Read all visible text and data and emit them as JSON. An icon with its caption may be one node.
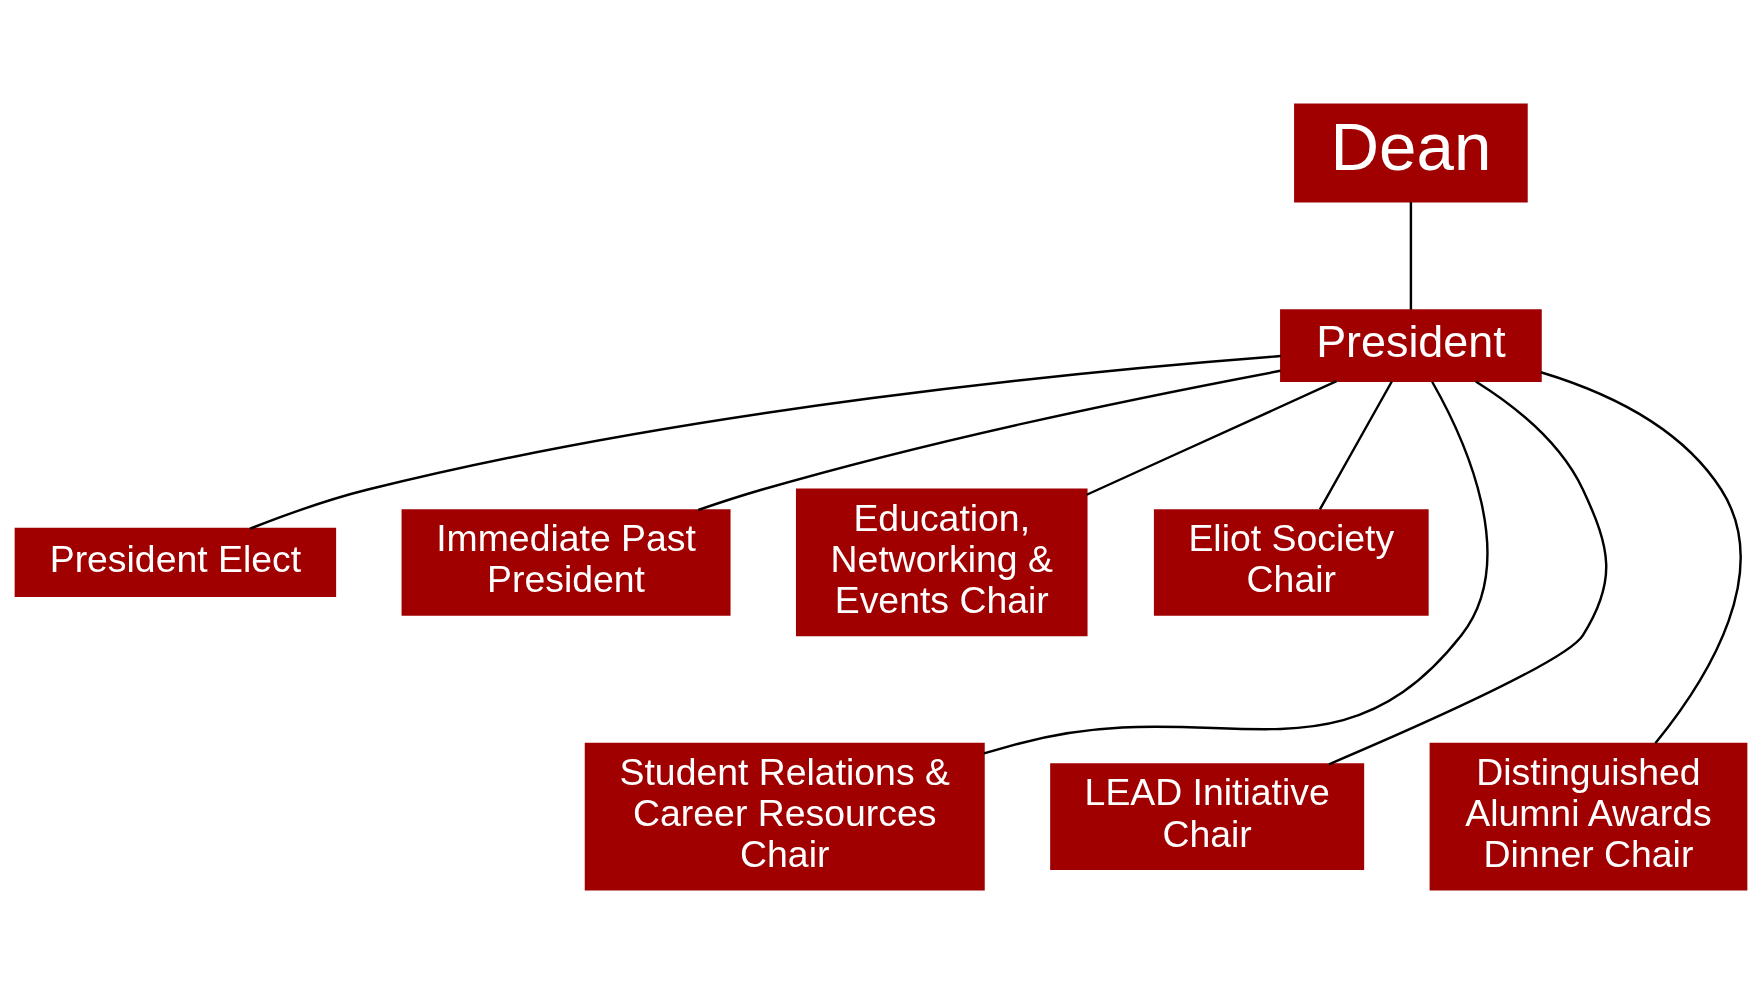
{
  "diagram": {
    "nodes": [
      {
        "text": [
          "Dean"
        ]
      },
      {
        "text": [
          "President"
        ]
      },
      {
        "text": [
          "President Elect"
        ]
      },
      {
        "text": [
          "Immediate Past President"
        ]
      },
      {
        "text": [
          "Education, Networking & Events Chair"
        ]
      },
      {
        "text": [
          "Eliot Society Chair"
        ]
      },
      {
        "text": [
          "Student Relations & Career Resources Chair"
        ]
      },
      {
        "text": [
          "LEAD Initiative Chair"
        ]
      },
      {
        "text": [
          "Distinguished Alumni Awards Dinner Chair"
        ]
      }
    ],
    "edges": [
      {
        "from": 0,
        "to": 1,
        "arrow": "none"
      },
      {
        "from": 1,
        "to": 2,
        "arrow": "none"
      },
      {
        "from": 1,
        "to": 3,
        "arrow": "none"
      },
      {
        "from": 1,
        "to": 4,
        "arrow": "none"
      },
      {
        "from": 1,
        "to": 5,
        "arrow": "none"
      },
      {
        "from": 1,
        "to": 6,
        "arrow": "none"
      },
      {
        "from": 1,
        "to": 7,
        "arrow": "none"
      },
      {
        "from": 1,
        "to": 8,
        "arrow": "none"
      }
    ]
  }
}
